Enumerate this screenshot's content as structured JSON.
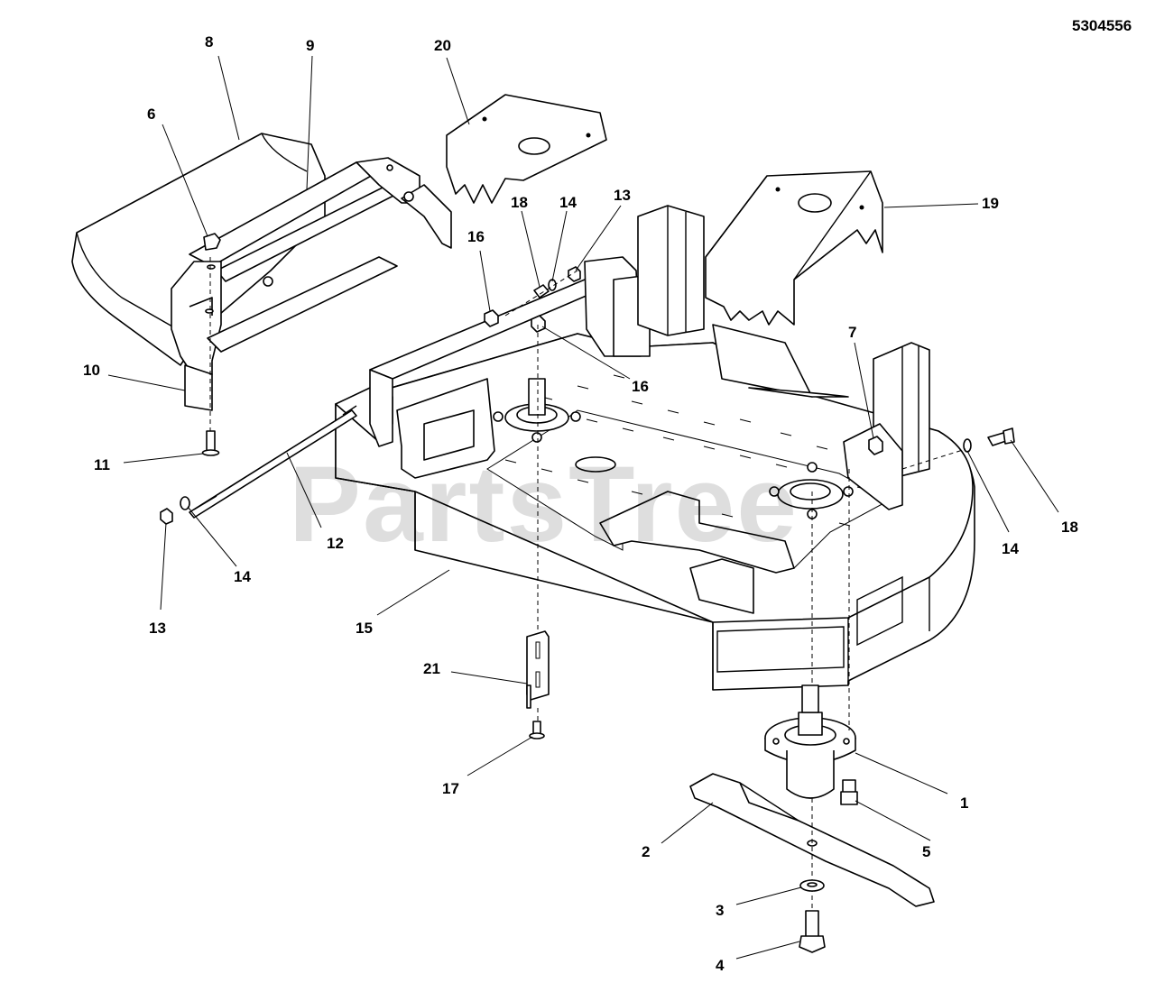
{
  "document_number": "5304556",
  "watermark": "PartsTree",
  "callouts": [
    {
      "id": "c1",
      "label": "1"
    },
    {
      "id": "c2",
      "label": "2"
    },
    {
      "id": "c3",
      "label": "3"
    },
    {
      "id": "c4",
      "label": "4"
    },
    {
      "id": "c5",
      "label": "5"
    },
    {
      "id": "c6",
      "label": "6"
    },
    {
      "id": "c7",
      "label": "7"
    },
    {
      "id": "c8",
      "label": "8"
    },
    {
      "id": "c9",
      "label": "9"
    },
    {
      "id": "c10",
      "label": "10"
    },
    {
      "id": "c11",
      "label": "11"
    },
    {
      "id": "c12",
      "label": "12"
    },
    {
      "id": "c13a",
      "label": "13"
    },
    {
      "id": "c13b",
      "label": "13"
    },
    {
      "id": "c14a",
      "label": "14"
    },
    {
      "id": "c14b",
      "label": "14"
    },
    {
      "id": "c14c",
      "label": "14"
    },
    {
      "id": "c15",
      "label": "15"
    },
    {
      "id": "c16a",
      "label": "16"
    },
    {
      "id": "c16b",
      "label": "16"
    },
    {
      "id": "c17",
      "label": "17"
    },
    {
      "id": "c18a",
      "label": "18"
    },
    {
      "id": "c18b",
      "label": "18"
    },
    {
      "id": "c19",
      "label": "19"
    },
    {
      "id": "c20",
      "label": "20"
    },
    {
      "id": "c21",
      "label": "21"
    }
  ]
}
